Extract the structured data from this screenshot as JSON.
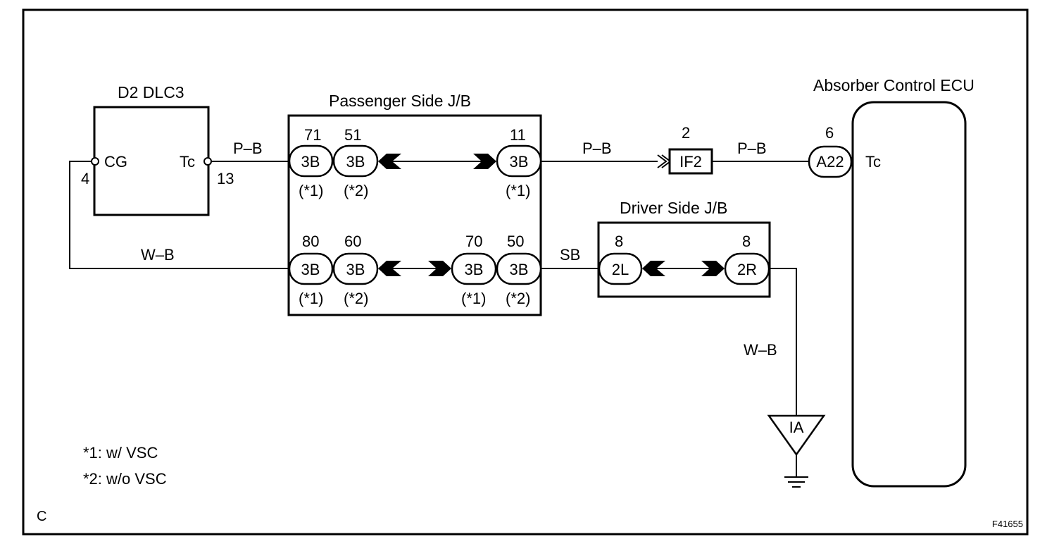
{
  "dlc": {
    "title": "D2 DLC3",
    "pin_left_name": "CG",
    "pin_right_name": "Tc",
    "pin_left_num": "4",
    "pin_right_num": "13"
  },
  "passenger_jb": {
    "title": "Passenger Side J/B",
    "top_pins": [
      "71",
      "51",
      "11"
    ],
    "bottom_pins": [
      "80",
      "60",
      "70",
      "50"
    ],
    "connector": "3B",
    "note1": "(*1)",
    "note2": "(*2)"
  },
  "driver_jb": {
    "title": "Driver Side J/B",
    "left_pin": "8",
    "right_pin": "8",
    "left_conn": "2L",
    "right_conn": "2R"
  },
  "ecu": {
    "title": "Absorber Control ECU",
    "pin_num": "6",
    "conn": "A22",
    "terminal": "Tc"
  },
  "junction": {
    "pin": "2",
    "conn": "IF2"
  },
  "ground": {
    "label": "IA"
  },
  "wires": {
    "pb": "P–B",
    "wb": "W–B",
    "sb": "SB"
  },
  "legend": {
    "line1": "*1: w/ VSC",
    "line2": "*2: w/o VSC"
  },
  "corner_label": "C",
  "figure_id": "F41655"
}
